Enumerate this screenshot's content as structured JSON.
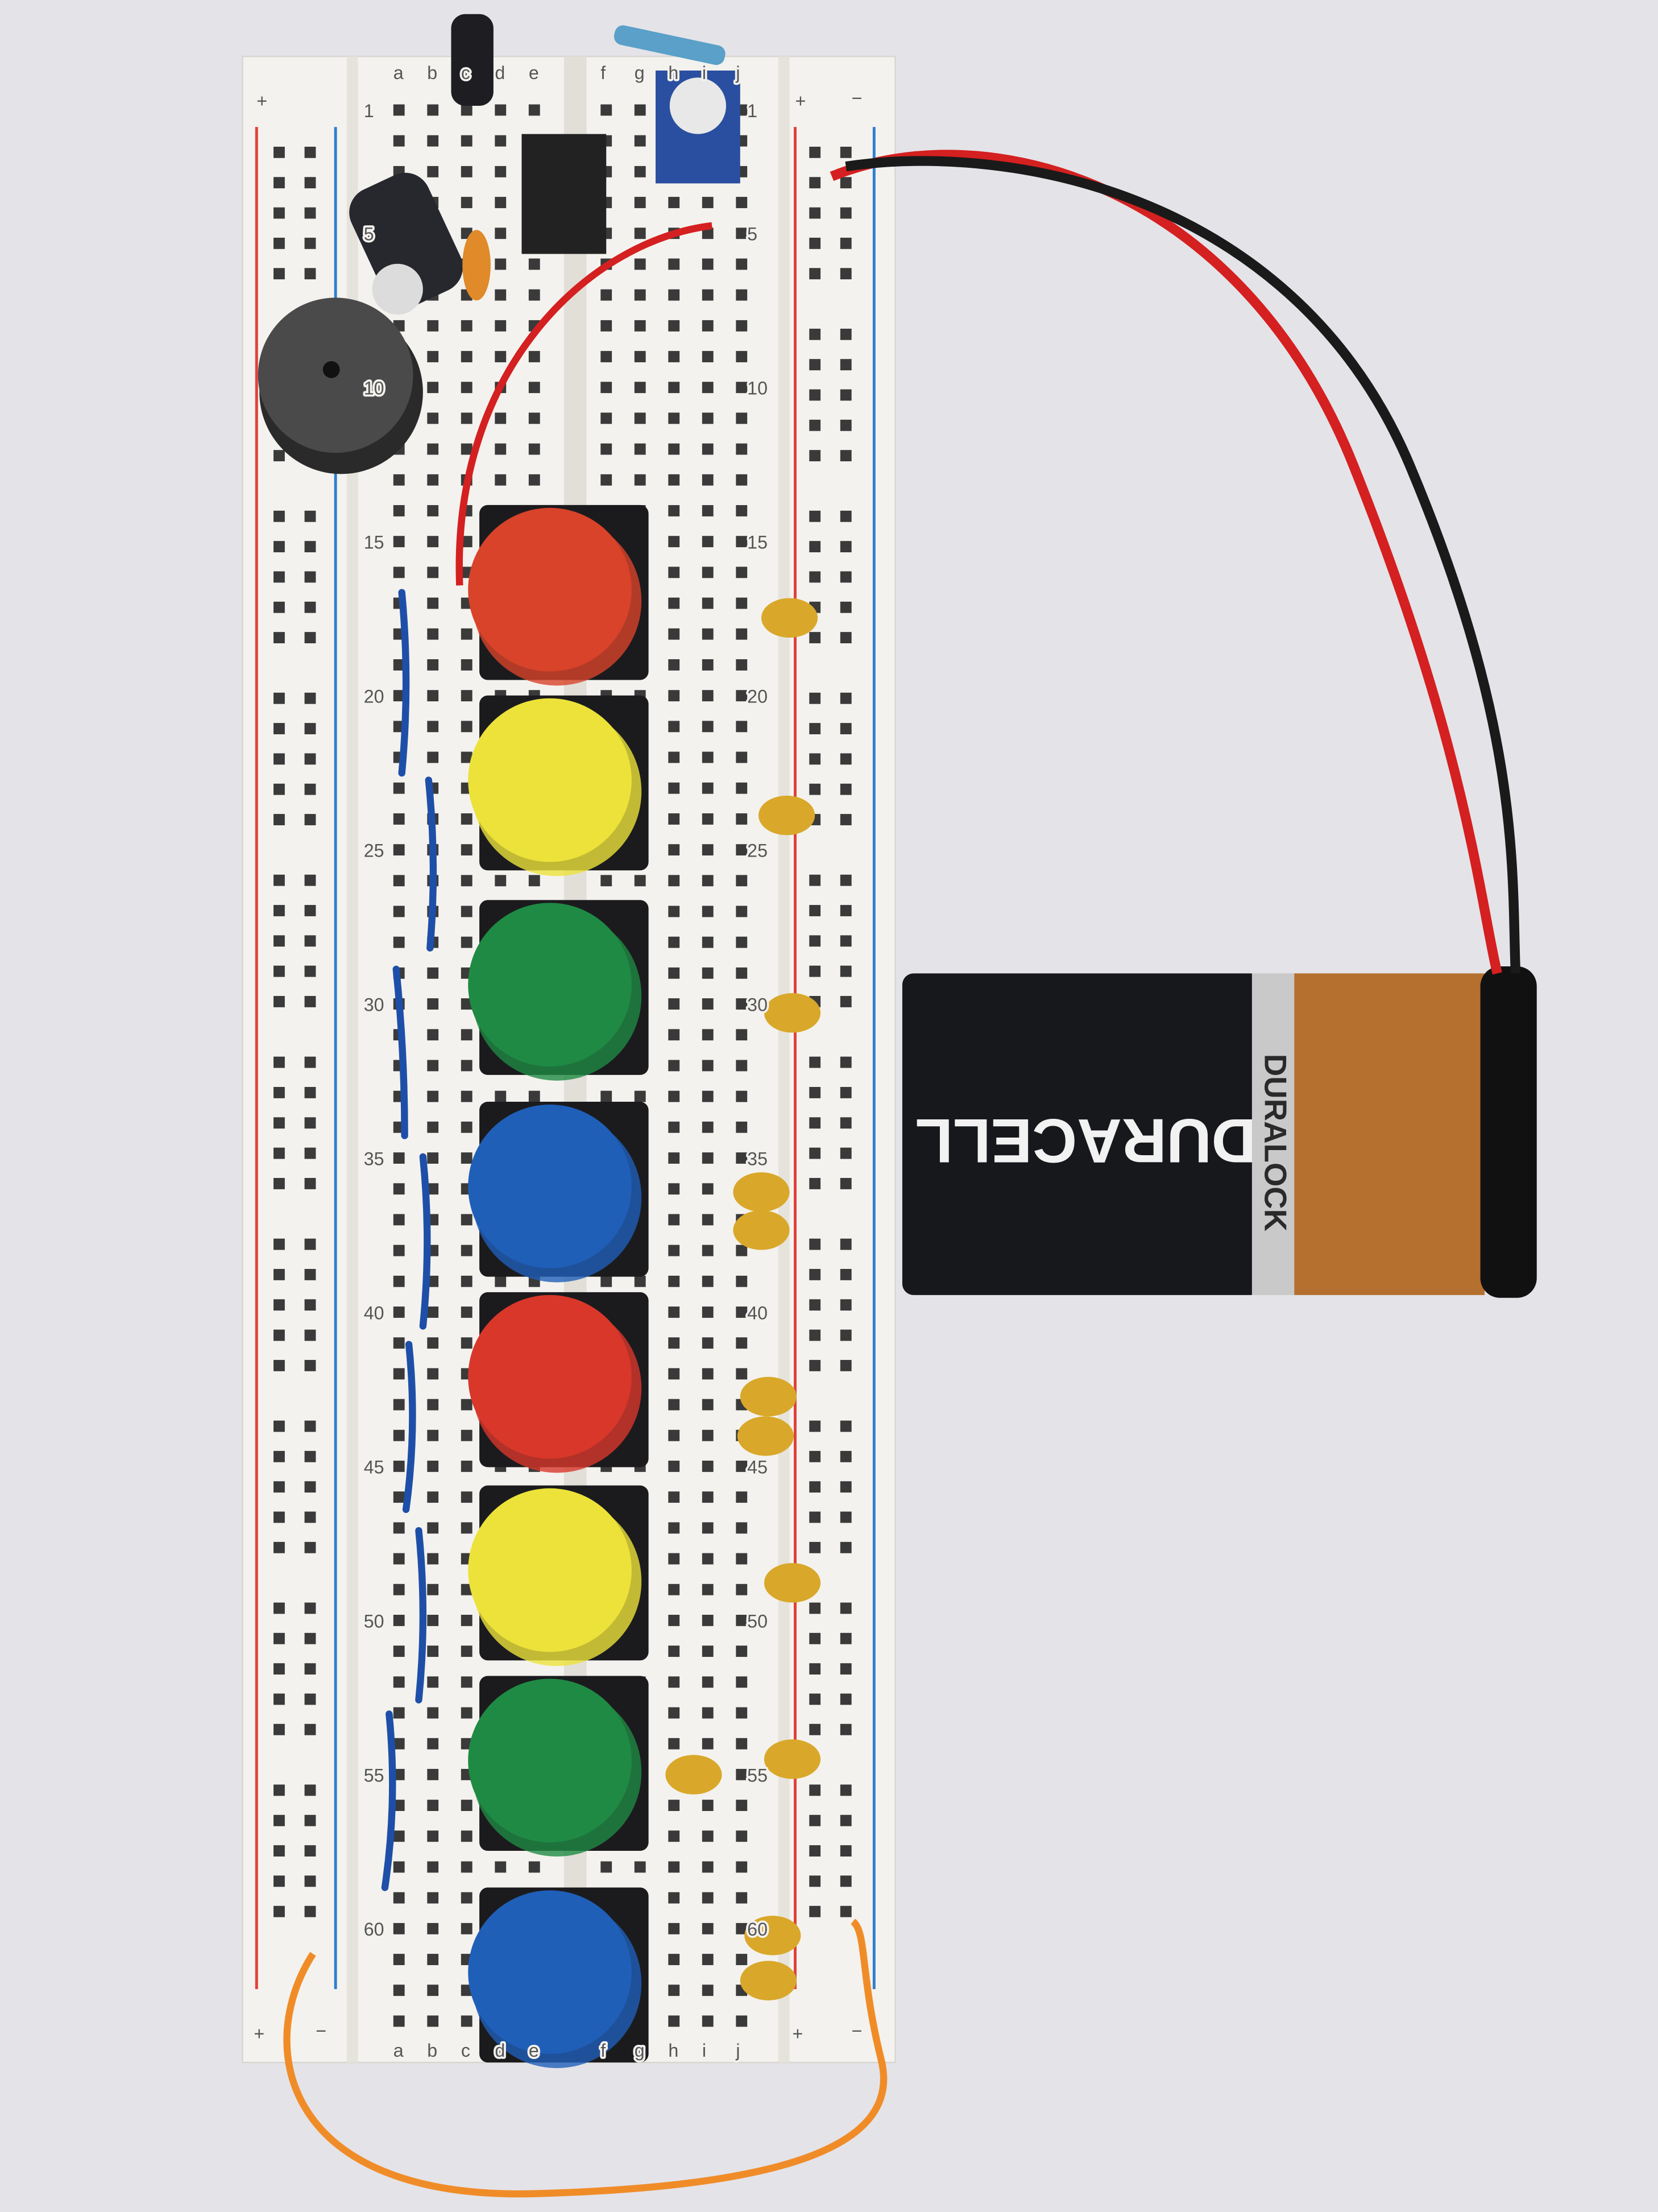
{
  "breadboard": {
    "columns_left": [
      "a",
      "b",
      "c",
      "d",
      "e"
    ],
    "columns_right": [
      "f",
      "g",
      "h",
      "i",
      "j"
    ],
    "row_labels": [
      "1",
      "5",
      "10",
      "15",
      "20",
      "25",
      "30",
      "35",
      "40",
      "45",
      "50",
      "55",
      "60"
    ],
    "rail_plus": "+",
    "rail_minus": "−",
    "colors": {
      "board": "#f4f2ee",
      "hole": "#3a3a3a",
      "rail_red": "#e0413a",
      "rail_blue": "#2f7fd0"
    }
  },
  "buttons": [
    {
      "color": "#d8432a"
    },
    {
      "color": "#ece23a"
    },
    {
      "color": "#1f8a44"
    },
    {
      "color": "#1f5fb8"
    },
    {
      "color": "#d8372a"
    },
    {
      "color": "#ece23a"
    },
    {
      "color": "#1f8a44"
    },
    {
      "color": "#1f5fb8"
    }
  ],
  "battery": {
    "brand": "DURACELL",
    "model": "DURALOCK",
    "colors": {
      "body": "#16181c",
      "top": "#b5702f",
      "stripe": "#c9c9c9"
    }
  },
  "wires": {
    "red": "#d42020",
    "black": "#1a1a1a",
    "orange": "#f08c28",
    "jumper": "#1e4fa8"
  }
}
